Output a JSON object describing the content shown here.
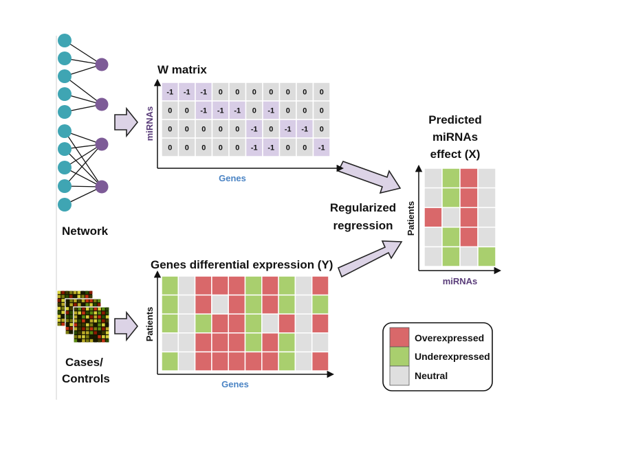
{
  "network": {
    "label": "Network"
  },
  "cases": {
    "label_line1": "Cases/",
    "label_line2": "Controls"
  },
  "w_matrix": {
    "title": "W matrix",
    "y_label": "miRNAs",
    "x_label": "Genes",
    "rows": [
      [
        "-1",
        "-1",
        "-1",
        "0",
        "0",
        "0",
        "0",
        "0",
        "0",
        "0"
      ],
      [
        "0",
        "0",
        "-1",
        "-1",
        "-1",
        "0",
        "-1",
        "0",
        "0",
        "0"
      ],
      [
        "0",
        "0",
        "0",
        "0",
        "0",
        "-1",
        "0",
        "-1",
        "-1",
        "0"
      ],
      [
        "0",
        "0",
        "0",
        "0",
        "0",
        "-1",
        "-1",
        "0",
        "0",
        "-1"
      ]
    ]
  },
  "expression_matrix": {
    "title": "Genes differential expression (Y)",
    "y_label": "Patients",
    "x_label": "Genes",
    "rows": [
      [
        "U",
        "N",
        "O",
        "O",
        "O",
        "U",
        "O",
        "U",
        "N",
        "O"
      ],
      [
        "U",
        "N",
        "O",
        "N",
        "O",
        "U",
        "O",
        "U",
        "N",
        "U"
      ],
      [
        "U",
        "N",
        "U",
        "O",
        "O",
        "U",
        "N",
        "O",
        "N",
        "O"
      ],
      [
        "N",
        "N",
        "O",
        "O",
        "O",
        "U",
        "O",
        "U",
        "N",
        "N"
      ],
      [
        "U",
        "N",
        "O",
        "O",
        "O",
        "O",
        "O",
        "U",
        "N",
        "O"
      ]
    ]
  },
  "regression": {
    "line1": "Regularized",
    "line2": "regression"
  },
  "prediction": {
    "title_line1": "Predicted",
    "title_line2": "miRNAs",
    "title_line3": "effect (X)",
    "y_label": "Patients",
    "x_label": "miRNAs",
    "rows": [
      [
        "N",
        "U",
        "O",
        "N"
      ],
      [
        "N",
        "U",
        "O",
        "N"
      ],
      [
        "O",
        "N",
        "O",
        "N"
      ],
      [
        "N",
        "U",
        "O",
        "N"
      ],
      [
        "N",
        "U",
        "N",
        "U"
      ]
    ]
  },
  "legend": {
    "items": [
      {
        "key": "O",
        "label": "Overexpressed"
      },
      {
        "key": "U",
        "label": "Underexpressed"
      },
      {
        "key": "N",
        "label": "Neutral"
      }
    ]
  },
  "colors": {
    "overexpressed": "#d9686a",
    "underexpressed": "#a9cf6e",
    "neutral": "#dfdfdf",
    "w_negative": "#d8cde6",
    "w_zero": "#dcdcdc",
    "gene_node": "#3fa5b3",
    "mirna_node": "#7d5b97",
    "arrow_fill": "#dcd3e6",
    "arrow_stroke": "#222222",
    "axis_label_blue": "#4b84c4",
    "axis_label_purple": "#5a3d7a"
  }
}
